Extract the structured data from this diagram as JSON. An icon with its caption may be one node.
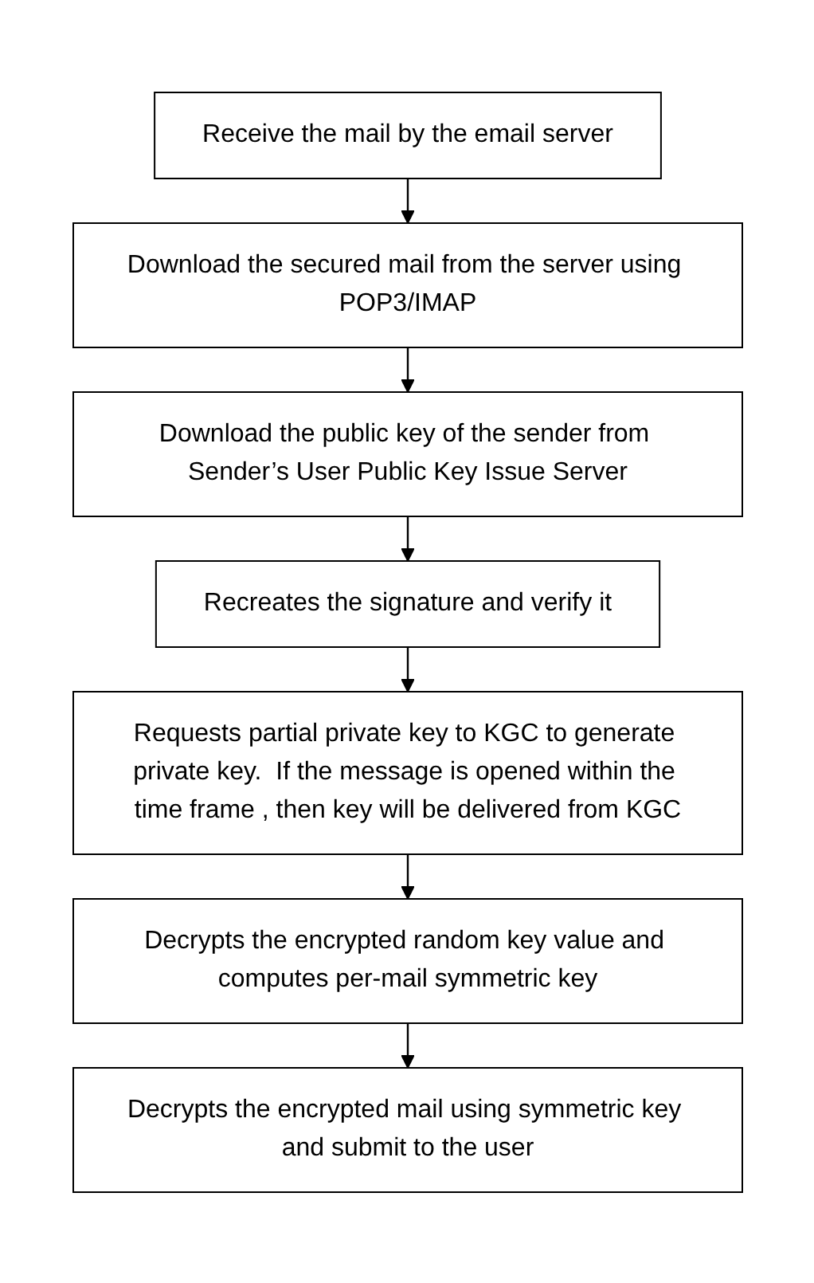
{
  "diagram": {
    "nodes": [
      {
        "text": [
          "Receive the mail by the email server"
        ]
      },
      {
        "text": [
          "Download the secured mail from the server using POP3/IMAP"
        ]
      },
      {
        "text": [
          "Download the public key of the sender from Sender’s User Public Key Issue Server"
        ]
      },
      {
        "text": [
          "Recreates the signature and verify it"
        ]
      },
      {
        "text": [
          "Requests partial private key to KGC to generate private key.  If the message is opened within the time frame , then key will be delivered from KGC"
        ]
      },
      {
        "text": [
          "Decrypts the encrypted random key value and computes per-mail symmetric key"
        ]
      },
      {
        "text": [
          "Decrypts the encrypted mail using symmetric key and submit to the user"
        ]
      }
    ],
    "edges": [
      {
        "from": 0,
        "to": 1,
        "arrow": "to"
      },
      {
        "from": 1,
        "to": 2,
        "arrow": "to"
      },
      {
        "from": 2,
        "to": 3,
        "arrow": "to"
      },
      {
        "from": 3,
        "to": 4,
        "arrow": "to"
      },
      {
        "from": 4,
        "to": 5,
        "arrow": "to"
      },
      {
        "from": 5,
        "to": 6,
        "arrow": "to"
      }
    ]
  }
}
